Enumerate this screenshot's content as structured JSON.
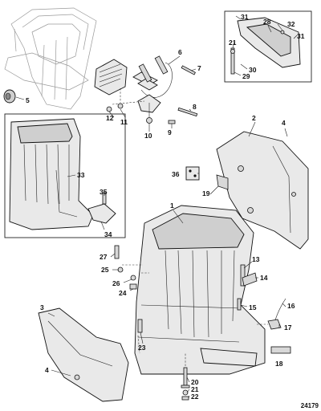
{
  "callouts": [
    {
      "label": "1"
    },
    {
      "label": "2"
    },
    {
      "label": "3"
    },
    {
      "label": "4"
    },
    {
      "label": "4"
    },
    {
      "label": "5"
    },
    {
      "label": "6"
    },
    {
      "label": "7"
    },
    {
      "label": "8"
    },
    {
      "label": "9"
    },
    {
      "label": "10"
    },
    {
      "label": "11"
    },
    {
      "label": "12"
    },
    {
      "label": "13"
    },
    {
      "label": "14"
    },
    {
      "label": "15"
    },
    {
      "label": "16"
    },
    {
      "label": "17"
    },
    {
      "label": "18"
    },
    {
      "label": "19"
    },
    {
      "label": "20"
    },
    {
      "label": "21"
    },
    {
      "label": "22"
    },
    {
      "label": "23"
    },
    {
      "label": "24"
    },
    {
      "label": "25"
    },
    {
      "label": "26"
    },
    {
      "label": "27"
    },
    {
      "label": "28"
    },
    {
      "label": "21"
    },
    {
      "label": "29"
    },
    {
      "label": "30"
    },
    {
      "label": "31"
    },
    {
      "label": "31"
    },
    {
      "label": "32"
    },
    {
      "label": "33"
    },
    {
      "label": "34"
    },
    {
      "label": "35"
    },
    {
      "label": "36"
    }
  ],
  "reference_number": "24179"
}
